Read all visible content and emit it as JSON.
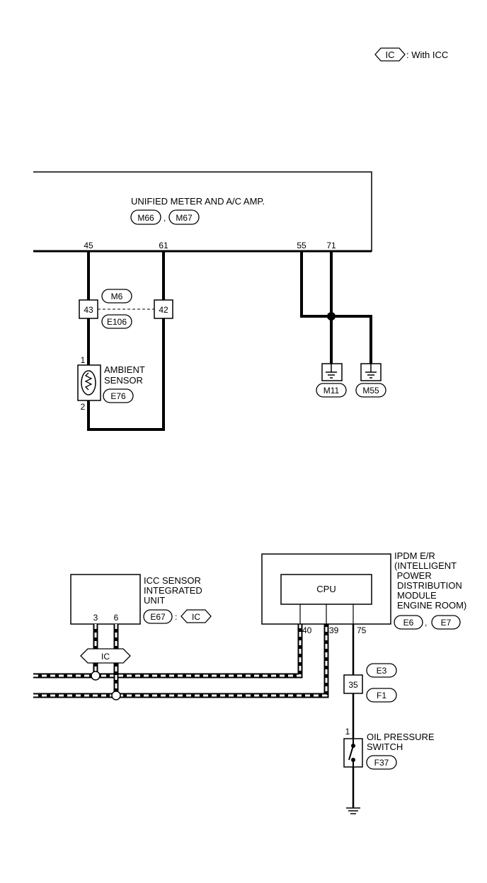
{
  "legend": {
    "tag": "IC",
    "text": ": With ICC"
  },
  "upper": {
    "unit_title": "UNIFIED METER AND A/C AMP.",
    "unit_connectors": [
      "M66",
      "M67"
    ],
    "unit_connector_sep": ",",
    "pins": [
      "45",
      "61",
      "55",
      "71"
    ],
    "junction_connector": "M6",
    "junction_connector_2": "E106",
    "junction_pins": [
      "43",
      "42"
    ],
    "sensor_name_1": "AMBIENT",
    "sensor_name_2": "SENSOR",
    "sensor_connector": "E76",
    "sensor_pins": [
      "1",
      "2"
    ],
    "grounds": [
      "M11",
      "M55"
    ]
  },
  "lower": {
    "icc_title_1": "ICC SENSOR",
    "icc_title_2": "INTEGRATED",
    "icc_title_3": "UNIT",
    "icc_connector": "E67",
    "icc_tag_sep": ":",
    "icc_tag": "IC",
    "icc_pins": [
      "3",
      "6"
    ],
    "shield_tag": "IC",
    "ipdm_lines": [
      "IPDM E/R",
      "(INTELLIGENT",
      " POWER",
      "DISTRIBUTION",
      "MODULE",
      "ENGINE ROOM)"
    ],
    "ipdm_connectors": [
      "E6",
      "E7"
    ],
    "ipdm_connector_sep": ",",
    "cpu_label": "CPU",
    "ipdm_pins": [
      "40",
      "39",
      "75"
    ],
    "inline_connector_pin": "35",
    "inline_connectors": [
      "E3",
      "F1"
    ],
    "switch_pin": "1",
    "switch_name_1": "OIL PRESSURE",
    "switch_name_2": "SWITCH",
    "switch_connector": "F37"
  }
}
